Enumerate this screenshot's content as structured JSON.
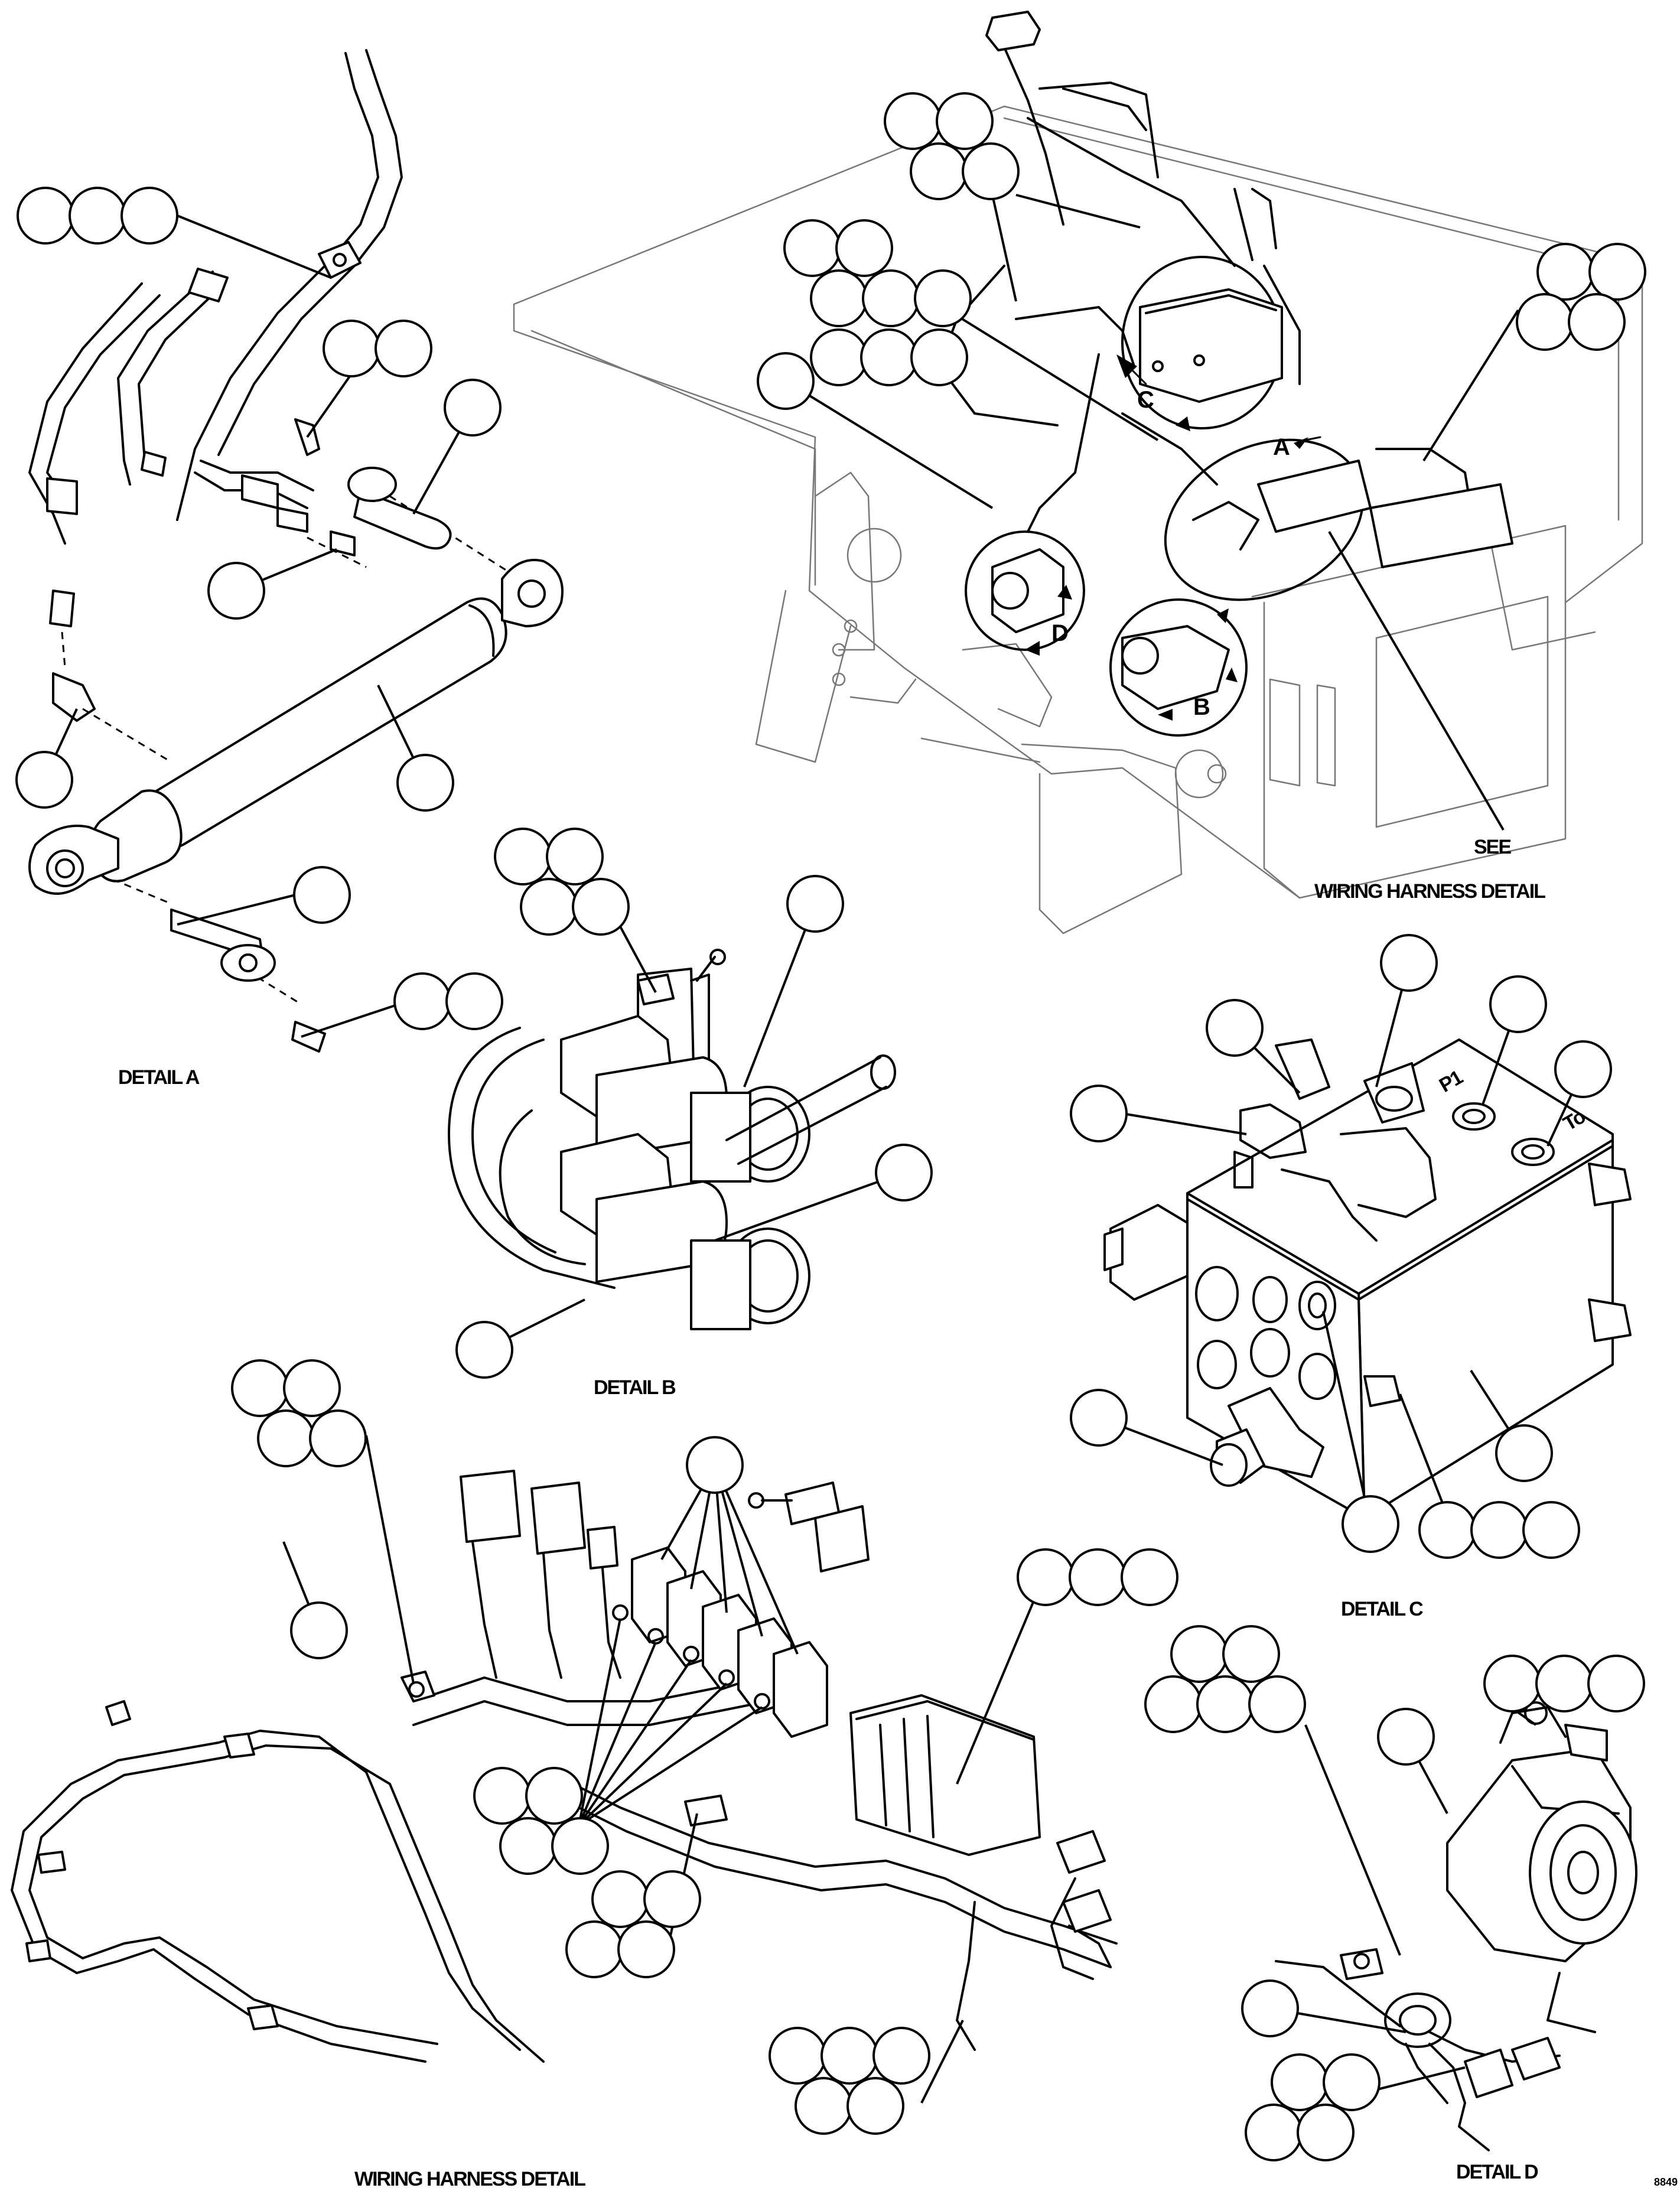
{
  "labels": {
    "detail_a": "DETAIL A",
    "detail_b": "DETAIL B",
    "detail_c": "DETAIL C",
    "detail_d": "DETAIL D",
    "wiring_harness_detail_top": "WIRING HARNESS DETAIL",
    "wiring_harness_detail_bottom": "WIRING HARNESS DETAIL",
    "see": "SEE",
    "view_letters": [
      "A",
      "B",
      "C",
      "D"
    ],
    "sheet_id": "8849"
  }
}
